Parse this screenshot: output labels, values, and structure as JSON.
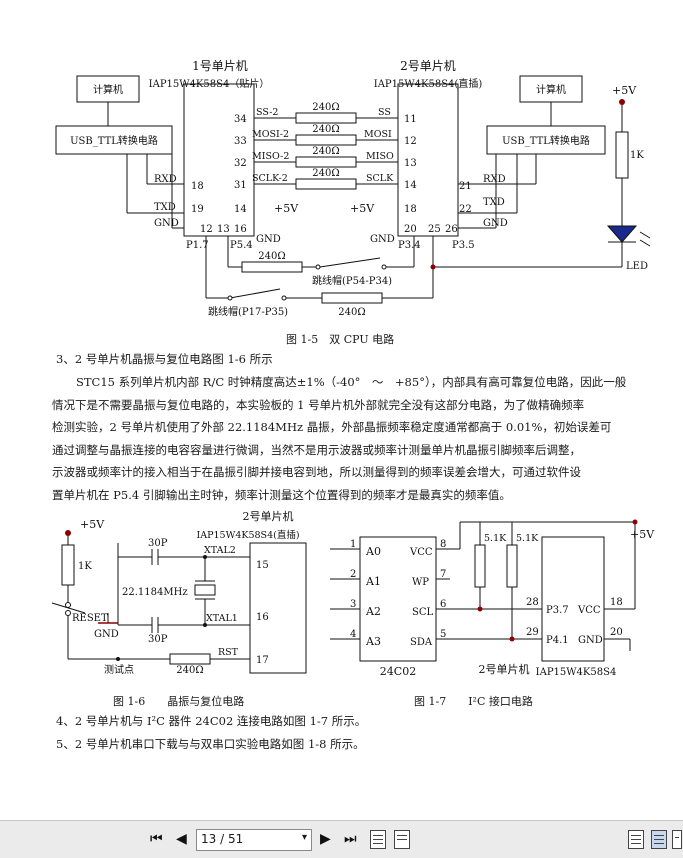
{
  "fig15": {
    "mcu1_title": "1号单片机",
    "mcu1_part": "IAP15W4K58S4（贴片）",
    "mcu2_title": "2号单片机",
    "mcu2_part": "IAP15W4K58S4(直插)",
    "computer": "计算机",
    "usb_ttl": "USB_TTL转换电路",
    "vcc": "+5V",
    "r240": "240Ω",
    "r1k": "1K",
    "led": "LED",
    "rxd": "RXD",
    "txd": "TXD",
    "gnd": "GND",
    "ss2": "SS-2",
    "mosi2": "MOSI-2",
    "miso2": "MISO-2",
    "sclk2": "SCLK-2",
    "ss": "SS",
    "mosi": "MOSI",
    "miso": "MISO",
    "sclk": "SCLK",
    "pin34": "34",
    "pin33": "33",
    "pin32": "32",
    "pin31": "31",
    "pin18": "18",
    "pin19": "19",
    "pin14": "14",
    "pin12": "12",
    "pin13": "13",
    "pin16": "16",
    "pin11": "11",
    "pin12b": "12",
    "pin13b": "13",
    "pin14b": "14",
    "pin18b": "18",
    "pin20": "20",
    "pin25": "25",
    "pin26": "26",
    "pin21": "21",
    "pin22": "22",
    "p17": "P1.7",
    "p54": "P5.4",
    "p34": "P3.4",
    "p35": "P3.5",
    "jumper1": "跳线帽(P54-P34)",
    "jumper2": "跳线帽(P17-P35)",
    "caption": "图 1-5　双 CPU 电路"
  },
  "section3_heading": "3、2 号单片机晶振与复位电路图 1-6 所示",
  "paragraph": [
    "STC15 系列单片机内部 R/C 时钟精度高达±1%（-40°　～　+85°），内部具有高可靠复位电路，因此一般",
    "情况下是不需要晶振与复位电路的，本实验板的 1 号单片机外部就完全没有这部分电路，为了做精确频率",
    "检测实验，2 号单片机使用了外部 22.1184MHz 晶振，外部晶振频率稳定度通常都高于 0.01%，初始误差可",
    "通过调整与晶振连接的电容容量进行微调，当然不是用示波器或频率计测量单片机晶振引脚频率后调整，",
    "示波器或频率计的接入相当于在晶振引脚并接电容到地，所以测量得到的频率误差会增大，可通过软件设",
    "置单片机在 P5.4 引脚输出主时钟，频率计测量这个位置得到的频率才是最真实的频率值。"
  ],
  "fig16": {
    "vcc": "+5V",
    "r1k": "1K",
    "reset": "RESET",
    "gnd": "GND",
    "test_point": "测试点",
    "r240": "240Ω",
    "c30p_a": "30P",
    "c30p_b": "30P",
    "crystal": "22.1184MHz",
    "mcu_title": "2号单片机",
    "mcu_part": "IAP15W4K58S4(直插)",
    "xtal2": "XTAL2",
    "xtal1": "XTAL1",
    "rst": "RST",
    "pin15": "15",
    "pin16": "16",
    "pin17": "17",
    "caption": "图 1-6　　晶振与复位电路"
  },
  "fig17": {
    "chip": "24C02",
    "a0": "A0",
    "a1": "A1",
    "a2": "A2",
    "a3": "A3",
    "vcc": "VCC",
    "wp": "WP",
    "scl": "SCL",
    "sda": "SDA",
    "p1": "1",
    "p2": "2",
    "p3": "3",
    "p4": "4",
    "p8": "8",
    "p7": "7",
    "p6": "6",
    "p5": "5",
    "r51a": "5.1K",
    "r51b": "5.1K",
    "mcu_title": "2号单片机",
    "mcu_part": "IAP15W4K58S4",
    "p37": "P3.7",
    "p41": "P4.1",
    "mvcc": "VCC",
    "mgnd": "GND",
    "pin28": "28",
    "pin29": "29",
    "pin18": "18",
    "pin20": "20",
    "plus5v": "+5V",
    "caption": "图 1-7　　I²C 接口电路"
  },
  "section4_heading": "4、2 号单片机与 I²C 器件 24C02 连接电路如图 1-7 所示。",
  "section5_heading": "5、2 号单片机串口下载与与双串口实验电路如图 1-8 所示。",
  "toolbar": {
    "first": "⏮",
    "prev": "◀",
    "page_value": "13 / 51",
    "dropdown": "▾",
    "next": "▶",
    "last": "⏭",
    "accent": "#c00000"
  }
}
